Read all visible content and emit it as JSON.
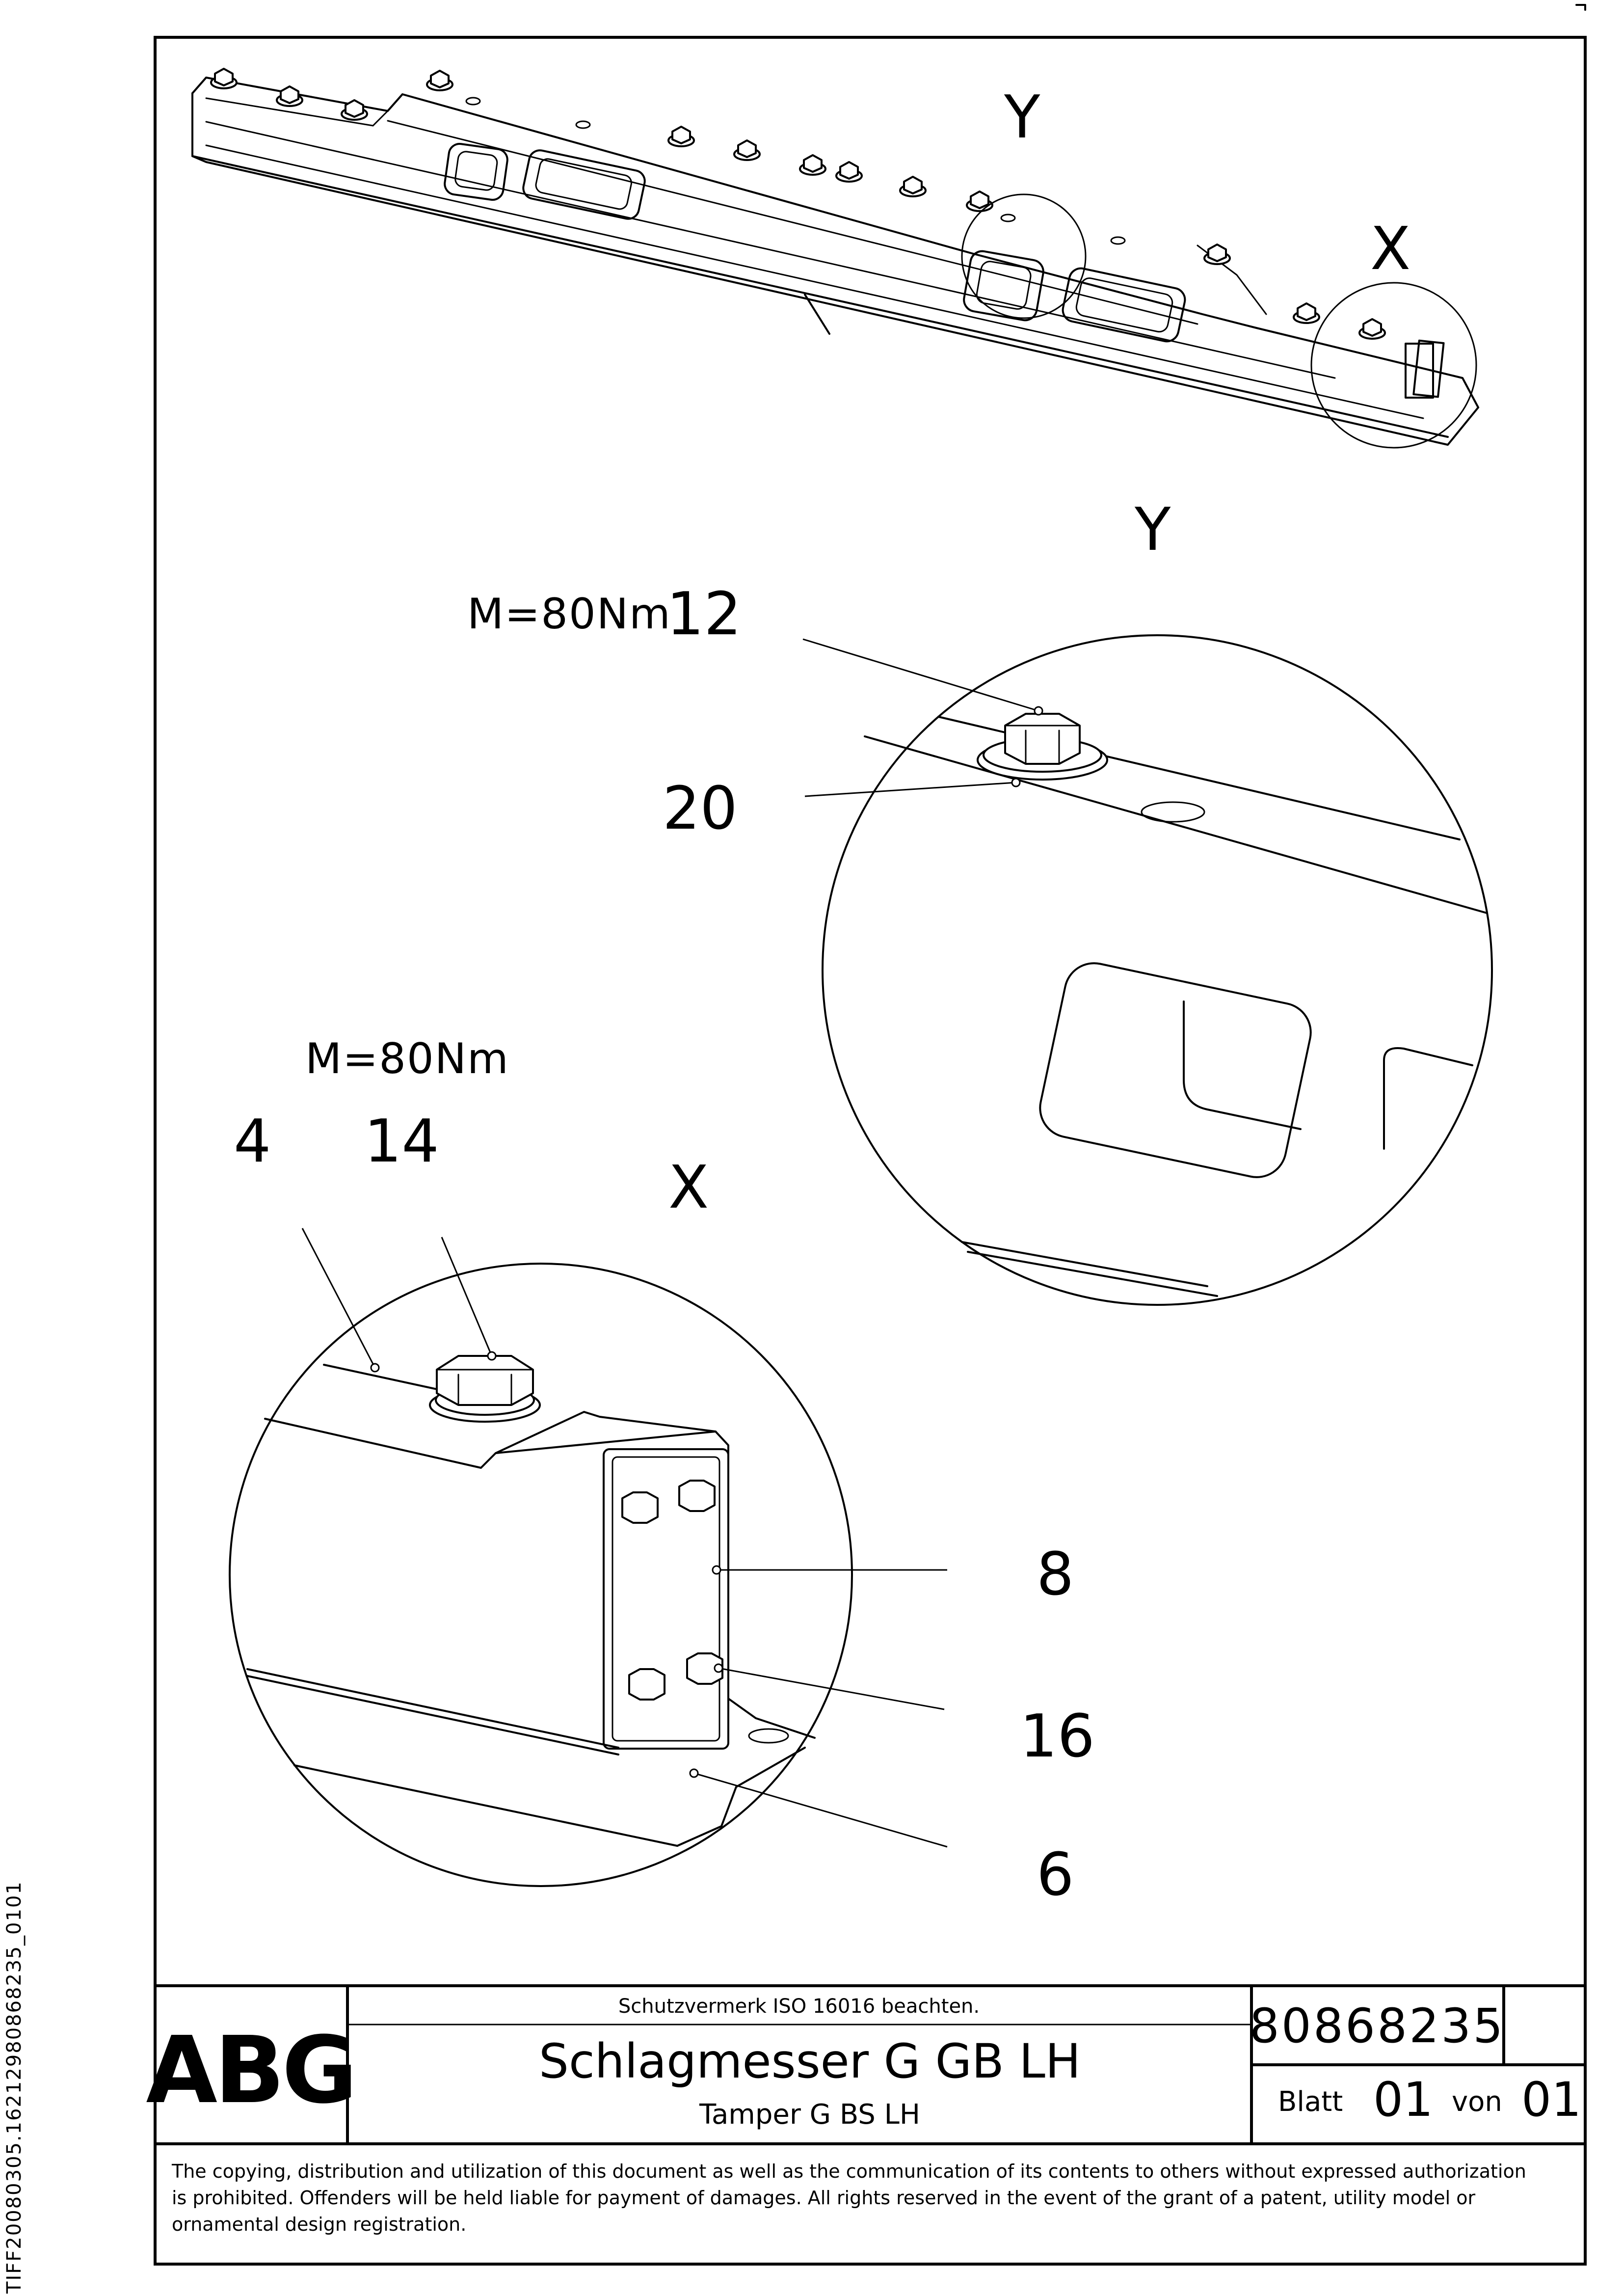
{
  "views": {
    "overview": {
      "marker_y": "Y",
      "marker_x": "X"
    },
    "detail_y": {
      "title": "Y",
      "torque": "M=80Nm",
      "callouts": [
        "12",
        "20"
      ]
    },
    "detail_x": {
      "title": "X",
      "torque": "M=80Nm",
      "callouts": [
        "4",
        "14",
        "8",
        "16",
        "6"
      ]
    }
  },
  "title_block": {
    "logo": "ABG",
    "protection_note": "Schutzvermerk ISO 16016 beachten.",
    "title": "Schlagmesser G GB LH",
    "subtitle": "Tamper G BS LH",
    "part_number": "80868235",
    "sheet_label": "Blatt",
    "sheet_number": "01",
    "of_label": "von",
    "sheet_total": "01",
    "copyright": [
      "The copying, distribution and utilization of this document as well as the communication of its contents to others without expressed authorization",
      "is prohibited. Offenders will be held liable for payment of damages. All rights reserved in the event of the grant of a patent, utility model or",
      "ornamental design registration."
    ]
  },
  "margin_id": "TIFF20080305.162129808682З5_0101"
}
